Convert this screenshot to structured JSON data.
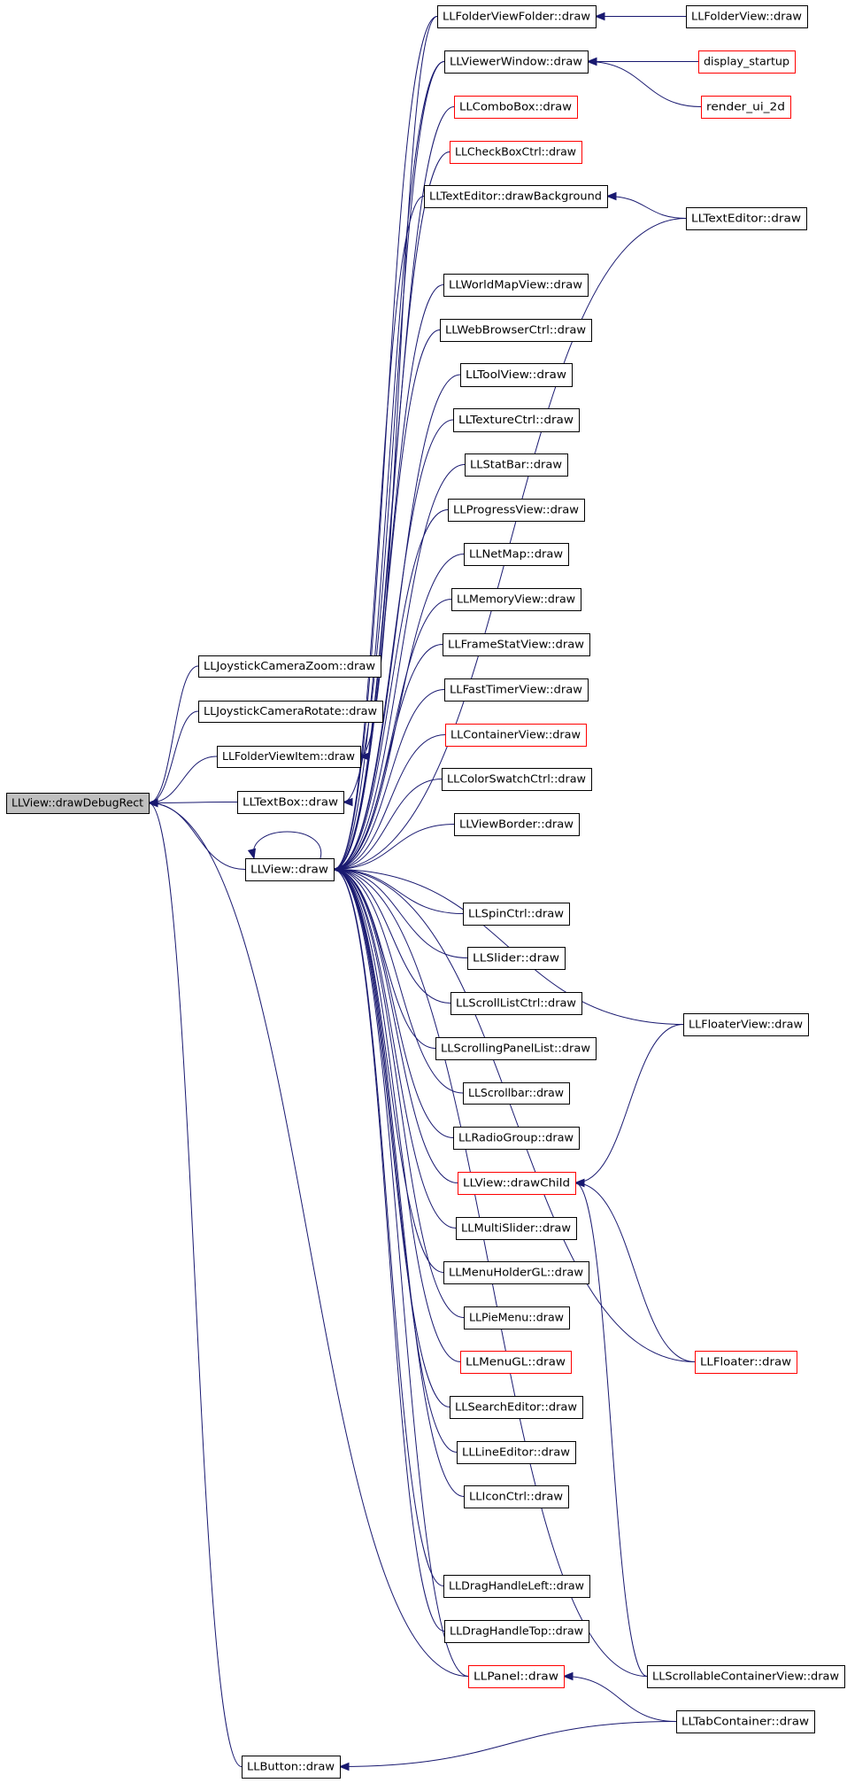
{
  "colors": {
    "edge": "#191970",
    "node_border": "#000000",
    "partial_border": "#ff0000",
    "focus_fill": "#bfbfbf",
    "background": "#ffffff"
  },
  "nodes": [
    {
      "id": "n0",
      "label": "LLView::drawDebugRect",
      "style": "focus"
    },
    {
      "id": "n1",
      "label": "LLJoystickCameraZoom::draw",
      "style": "normal"
    },
    {
      "id": "n2",
      "label": "LLJoystickCameraRotate::draw",
      "style": "normal"
    },
    {
      "id": "n3",
      "label": "LLFolderViewItem::draw",
      "style": "normal"
    },
    {
      "id": "n4",
      "label": "LLTextBox::draw",
      "style": "normal"
    },
    {
      "id": "n5",
      "label": "LLView::draw",
      "style": "normal"
    },
    {
      "id": "n6",
      "label": "LLButton::draw",
      "style": "normal"
    },
    {
      "id": "n7",
      "label": "LLFolderViewFolder::draw",
      "style": "normal"
    },
    {
      "id": "n8",
      "label": "LLViewerWindow::draw",
      "style": "normal"
    },
    {
      "id": "n9",
      "label": "LLComboBox::draw",
      "style": "partial"
    },
    {
      "id": "n10",
      "label": "LLCheckBoxCtrl::draw",
      "style": "partial"
    },
    {
      "id": "n11",
      "label": "LLTextEditor::drawBackground",
      "style": "normal"
    },
    {
      "id": "n12",
      "label": "LLWorldMapView::draw",
      "style": "normal"
    },
    {
      "id": "n13",
      "label": "LLWebBrowserCtrl::draw",
      "style": "normal"
    },
    {
      "id": "n14",
      "label": "LLToolView::draw",
      "style": "normal"
    },
    {
      "id": "n15",
      "label": "LLTextureCtrl::draw",
      "style": "normal"
    },
    {
      "id": "n16",
      "label": "LLStatBar::draw",
      "style": "normal"
    },
    {
      "id": "n17",
      "label": "LLProgressView::draw",
      "style": "normal"
    },
    {
      "id": "n18",
      "label": "LLNetMap::draw",
      "style": "normal"
    },
    {
      "id": "n19",
      "label": "LLMemoryView::draw",
      "style": "normal"
    },
    {
      "id": "n20",
      "label": "LLFrameStatView::draw",
      "style": "normal"
    },
    {
      "id": "n21",
      "label": "LLFastTimerView::draw",
      "style": "normal"
    },
    {
      "id": "n22",
      "label": "LLContainerView::draw",
      "style": "partial"
    },
    {
      "id": "n23",
      "label": "LLColorSwatchCtrl::draw",
      "style": "normal"
    },
    {
      "id": "n24",
      "label": "LLViewBorder::draw",
      "style": "normal"
    },
    {
      "id": "n25",
      "label": "LLSpinCtrl::draw",
      "style": "normal"
    },
    {
      "id": "n26",
      "label": "LLSlider::draw",
      "style": "normal"
    },
    {
      "id": "n27",
      "label": "LLScrollListCtrl::draw",
      "style": "normal"
    },
    {
      "id": "n28",
      "label": "LLScrollingPanelList::draw",
      "style": "normal"
    },
    {
      "id": "n29",
      "label": "LLScrollbar::draw",
      "style": "normal"
    },
    {
      "id": "n30",
      "label": "LLRadioGroup::draw",
      "style": "normal"
    },
    {
      "id": "n31",
      "label": "LLView::drawChild",
      "style": "partial"
    },
    {
      "id": "n32",
      "label": "LLMultiSlider::draw",
      "style": "normal"
    },
    {
      "id": "n33",
      "label": "LLMenuHolderGL::draw",
      "style": "normal"
    },
    {
      "id": "n34",
      "label": "LLPieMenu::draw",
      "style": "normal"
    },
    {
      "id": "n35",
      "label": "LLMenuGL::draw",
      "style": "partial"
    },
    {
      "id": "n36",
      "label": "LLSearchEditor::draw",
      "style": "normal"
    },
    {
      "id": "n37",
      "label": "LLLineEditor::draw",
      "style": "normal"
    },
    {
      "id": "n38",
      "label": "LLIconCtrl::draw",
      "style": "normal"
    },
    {
      "id": "n39",
      "label": "LLDragHandleLeft::draw",
      "style": "normal"
    },
    {
      "id": "n40",
      "label": "LLDragHandleTop::draw",
      "style": "normal"
    },
    {
      "id": "n41",
      "label": "LLPanel::draw",
      "style": "partial"
    },
    {
      "id": "n42",
      "label": "LLFolderView::draw",
      "style": "normal"
    },
    {
      "id": "n43",
      "label": "display_startup",
      "style": "partial"
    },
    {
      "id": "n44",
      "label": "render_ui_2d",
      "style": "partial"
    },
    {
      "id": "n45",
      "label": "LLTextEditor::draw",
      "style": "normal"
    },
    {
      "id": "n46",
      "label": "LLFloaterView::draw",
      "style": "normal"
    },
    {
      "id": "n47",
      "label": "LLFloater::draw",
      "style": "partial"
    },
    {
      "id": "n48",
      "label": "LLScrollableContainerView::draw",
      "style": "normal"
    },
    {
      "id": "n49",
      "label": "LLTabContainer::draw",
      "style": "normal"
    }
  ],
  "edges": [
    [
      "n1",
      "n0"
    ],
    [
      "n2",
      "n0"
    ],
    [
      "n3",
      "n0"
    ],
    [
      "n4",
      "n0"
    ],
    [
      "n5",
      "n0"
    ],
    [
      "n6",
      "n0"
    ],
    [
      "n41",
      "n0"
    ],
    [
      "n5",
      "n5"
    ],
    [
      "n7",
      "n5"
    ],
    [
      "n8",
      "n5"
    ],
    [
      "n9",
      "n5"
    ],
    [
      "n10",
      "n5"
    ],
    [
      "n11",
      "n5"
    ],
    [
      "n45",
      "n5"
    ],
    [
      "n12",
      "n5"
    ],
    [
      "n13",
      "n5"
    ],
    [
      "n14",
      "n5"
    ],
    [
      "n15",
      "n5"
    ],
    [
      "n16",
      "n5"
    ],
    [
      "n17",
      "n5"
    ],
    [
      "n18",
      "n5"
    ],
    [
      "n19",
      "n5"
    ],
    [
      "n20",
      "n5"
    ],
    [
      "n21",
      "n5"
    ],
    [
      "n22",
      "n5"
    ],
    [
      "n23",
      "n5"
    ],
    [
      "n24",
      "n5"
    ],
    [
      "n46",
      "n5"
    ],
    [
      "n25",
      "n5"
    ],
    [
      "n26",
      "n5"
    ],
    [
      "n27",
      "n5"
    ],
    [
      "n28",
      "n5"
    ],
    [
      "n29",
      "n5"
    ],
    [
      "n30",
      "n5"
    ],
    [
      "n31",
      "n5"
    ],
    [
      "n32",
      "n5"
    ],
    [
      "n33",
      "n5"
    ],
    [
      "n34",
      "n5"
    ],
    [
      "n35",
      "n5"
    ],
    [
      "n36",
      "n5"
    ],
    [
      "n37",
      "n5"
    ],
    [
      "n38",
      "n5"
    ],
    [
      "n47",
      "n5"
    ],
    [
      "n39",
      "n5"
    ],
    [
      "n40",
      "n5"
    ],
    [
      "n41",
      "n5"
    ],
    [
      "n48",
      "n5"
    ],
    [
      "n7",
      "n3"
    ],
    [
      "n8",
      "n4"
    ],
    [
      "n42",
      "n7"
    ],
    [
      "n43",
      "n8"
    ],
    [
      "n44",
      "n8"
    ],
    [
      "n45",
      "n11"
    ],
    [
      "n46",
      "n31"
    ],
    [
      "n47",
      "n31"
    ],
    [
      "n48",
      "n31"
    ],
    [
      "n49",
      "n41"
    ],
    [
      "n49",
      "n6"
    ]
  ]
}
